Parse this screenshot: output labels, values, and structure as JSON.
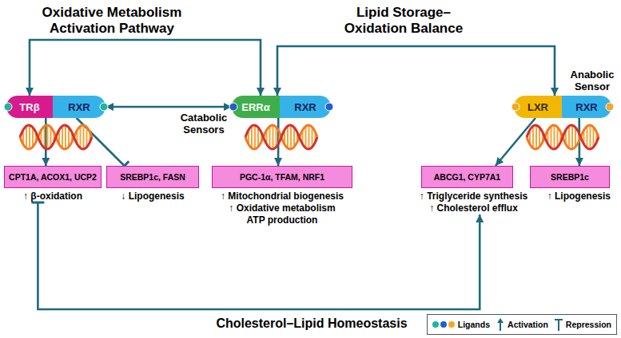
{
  "diagram": {
    "nodes": [
      {
        "text": [
          "TRβ"
        ]
      },
      {
        "text": [
          "RXR"
        ]
      },
      {
        "text": [
          "ERRα"
        ]
      },
      {
        "text": [
          "RXR"
        ]
      },
      {
        "text": [
          "LXR"
        ]
      },
      {
        "text": [
          "RXR"
        ]
      },
      {
        "text": [
          "CPT1A, ACOX1, UCP2",
          "↑ β-oxidation"
        ]
      },
      {
        "text": [
          "SREBP1c, FASN",
          "↓ Lipogenesis"
        ]
      },
      {
        "text": [
          "PGC-1α, TFAM, NRF1",
          "↑ Mitochondrial biogenesis",
          "↑ Oxidative metabolism",
          "ATP production"
        ]
      },
      {
        "text": [
          "ABCG1, CYP7A1",
          "↑ Triglyceride synthesis",
          "↑ Cholesterol efflux"
        ]
      },
      {
        "text": [
          "SREBP1c",
          "↑ Lipogenesis"
        ]
      }
    ],
    "edges": [
      {
        "from": 0,
        "to": 2,
        "arrow": "both",
        "label": "Oxidative Metabolism Activation Pathway"
      },
      {
        "from": 2,
        "to": 4,
        "arrow": "both",
        "label": "Lipid Storage–Oxidation Balance"
      },
      {
        "from": 1,
        "to": 2,
        "arrow": "both",
        "label": "Catabolic Sensors"
      },
      {
        "from": 0,
        "to": 6,
        "arrow": "to"
      },
      {
        "from": 1,
        "to": 7,
        "arrow": "to"
      },
      {
        "from": 2,
        "to": 8,
        "arrow": "to"
      },
      {
        "from": 4,
        "to": 9,
        "arrow": "to"
      },
      {
        "from": 5,
        "to": 10,
        "arrow": "to"
      },
      {
        "from": 6,
        "to": 9,
        "arrow": "both",
        "label": "Cholesterol–Lipid Homeostasis"
      }
    ],
    "labels": [
      "Anabolic Sensor"
    ],
    "legend": [
      {
        "text": "Ligands"
      },
      {
        "text": "Activation"
      },
      {
        "text": "Repression"
      }
    ]
  }
}
